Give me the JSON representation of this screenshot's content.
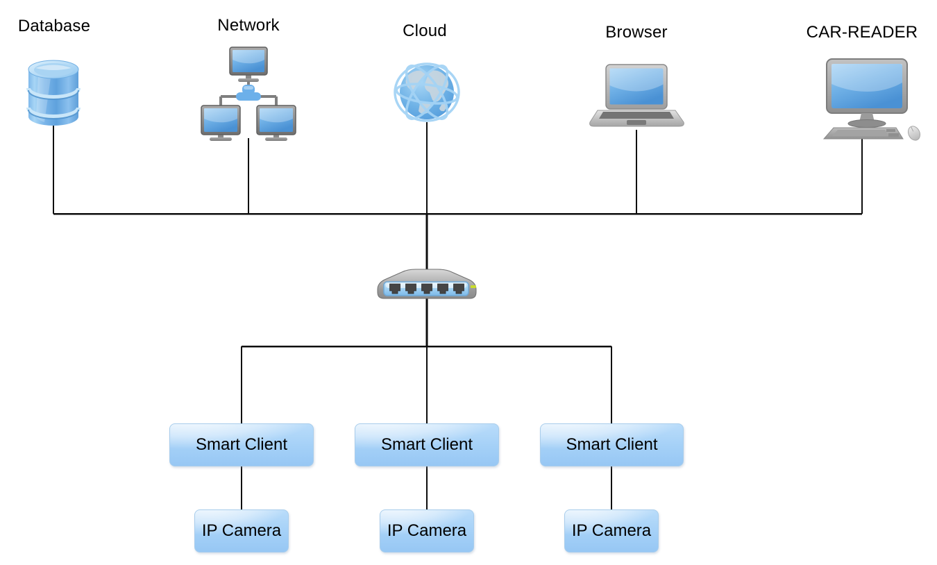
{
  "diagram": {
    "title": "network-topology-diagram",
    "top_nodes": [
      {
        "id": "database",
        "label": "Database",
        "icon": "database-icon"
      },
      {
        "id": "network",
        "label": "Network",
        "icon": "network-monitors-icon"
      },
      {
        "id": "cloud",
        "label": "Cloud",
        "icon": "globe-icon"
      },
      {
        "id": "browser",
        "label": "Browser",
        "icon": "laptop-icon"
      },
      {
        "id": "car_reader",
        "label": "CAR-READER",
        "icon": "desktop-computer-icon"
      }
    ],
    "hub": {
      "id": "switch",
      "icon": "network-switch-icon"
    },
    "client_groups": [
      {
        "client_label": "Smart Client",
        "camera_label": "IP Camera"
      },
      {
        "client_label": "Smart Client",
        "camera_label": "IP Camera"
      },
      {
        "client_label": "Smart Client",
        "camera_label": "IP Camera"
      }
    ],
    "colors": {
      "background": "#ffffff",
      "connector_line": "#0d0d0d",
      "box_fill_top": "#b9dcfa",
      "box_fill_bottom": "#97c7f4",
      "box_border": "#a8cdec",
      "icon_screen_blue": "#5da4de",
      "icon_gray": "#9a9a9a",
      "switch_led_green": "#c9dc2e"
    }
  }
}
